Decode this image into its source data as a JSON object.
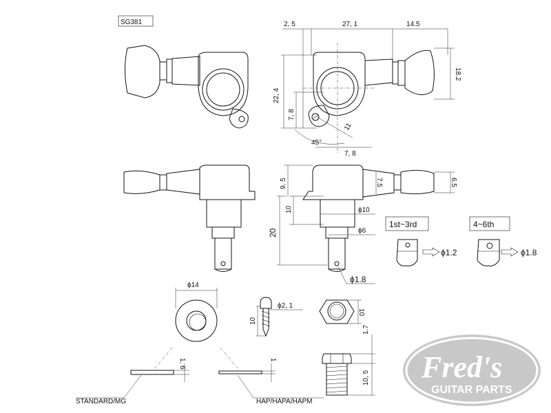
{
  "model": "SG381",
  "dims_top": {
    "d1": "2, 5",
    "d2": "27, 1",
    "d3": "14.5",
    "d4": "18.2",
    "d5": "22, 4",
    "d6": "7, 8",
    "d7": "11",
    "d8": "45°",
    "d9": "7, 8"
  },
  "dims_side": {
    "d1": "9, 5",
    "d2": "7.5",
    "d3": "6.5",
    "d4": "10",
    "d5": "20",
    "d6": "ϕ10",
    "d7": "ϕ6",
    "d8": "ϕ1.8"
  },
  "variants": [
    {
      "label": "1st~3rd",
      "hole": "ϕ1.2"
    },
    {
      "label": "4~6th",
      "hole": "ϕ1.8"
    }
  ],
  "washer": {
    "diameter": "ϕ14",
    "thick_std": "1. 6",
    "thick_hap": "1"
  },
  "screw": {
    "diameter": "ϕ2, 1",
    "length": "10"
  },
  "nut": {
    "width": "10",
    "flange": "1.7",
    "thread": "10, 5"
  },
  "captions": {
    "standard": "STANDARD/MG",
    "hap": "HAP/HAPA/HAPM"
  },
  "logo": {
    "name": "Fred's",
    "sub": "GUITAR PARTS"
  },
  "colors": {
    "line": "#111111",
    "logo_bg": "#c8c8c8",
    "logo_text": "#ffffff"
  }
}
